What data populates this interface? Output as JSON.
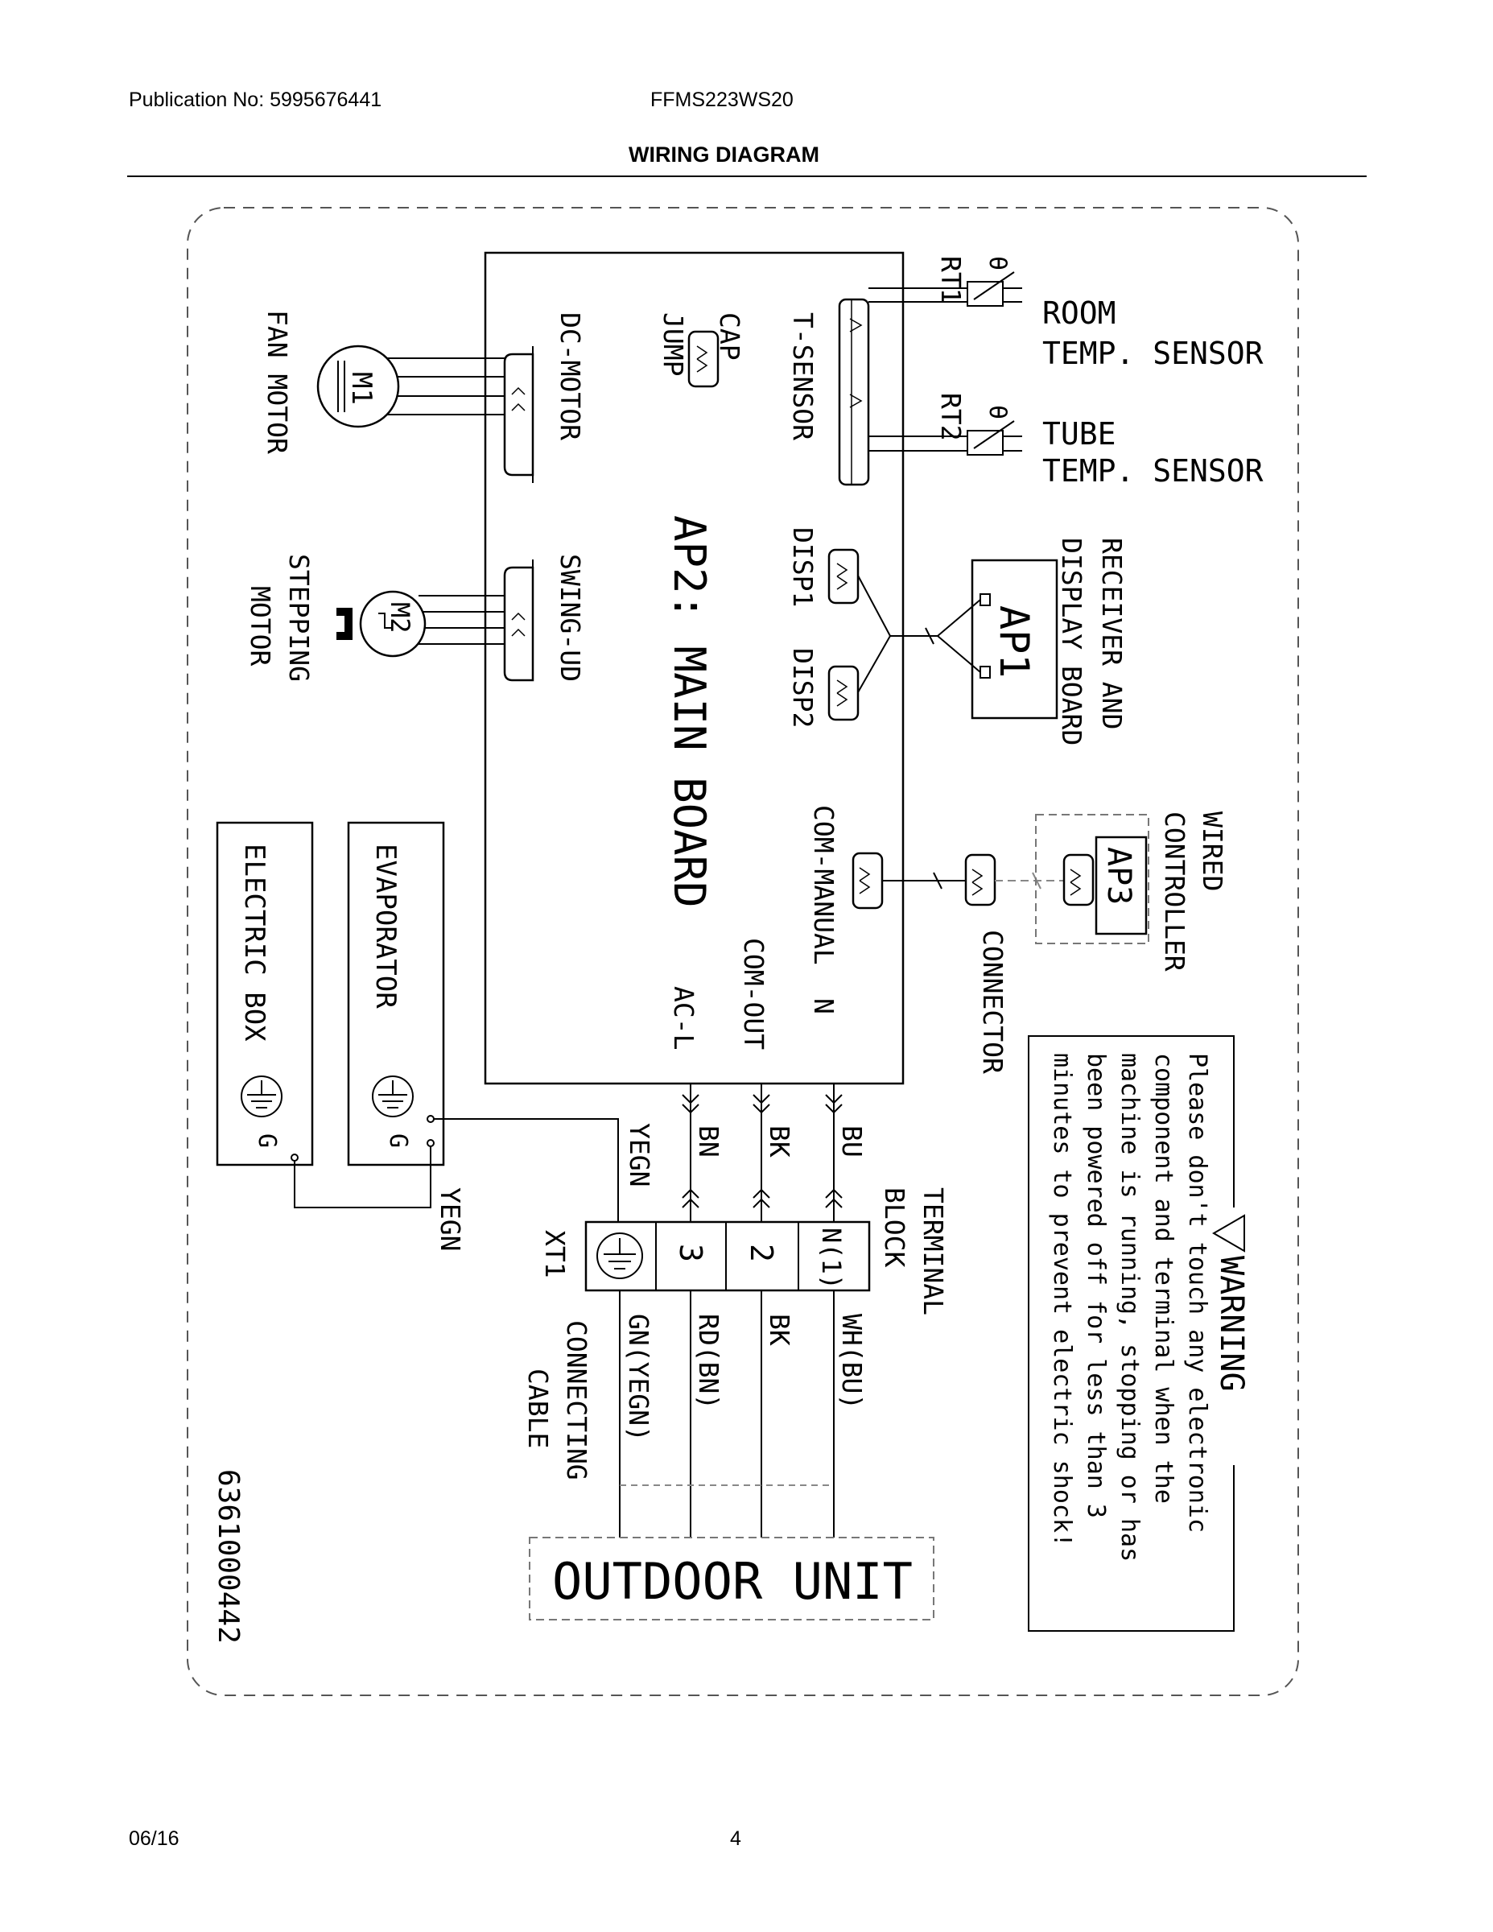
{
  "header": {
    "publication": "Publication No: 5995676441",
    "model": "FFMS223WS20",
    "title": "WIRING DIAGRAM"
  },
  "footer": {
    "date": "06/16",
    "page": "4"
  },
  "diagram": {
    "main_board": "AP2: MAIN BOARD",
    "connectors": {
      "t_sensor": "T-SENSOR",
      "cap_jump_1": "CAP",
      "cap_jump_2": "JUMP",
      "dc_motor": "DC-MOTOR",
      "swing_ud": "SWING-UD",
      "disp1": "DISP1",
      "disp2": "DISP2",
      "com_manual": "COM-MANUAL",
      "n": "N",
      "com_out": "COM-OUT",
      "ac_l": "AC-L"
    },
    "sensors": {
      "rt1": "RT1",
      "rt2": "RT2",
      "theta": "θ",
      "room_1": "ROOM",
      "room_2": "TEMP. SENSOR",
      "tube_1": "TUBE",
      "tube_2": "TEMP. SENSOR"
    },
    "motors": {
      "m1": "M1",
      "fan_motor": "FAN MOTOR",
      "m2": "M2",
      "stepping_1": "STEPPING",
      "stepping_2": "MOTOR"
    },
    "display_board": {
      "ap1": "AP1",
      "label_1": "RECEIVER AND",
      "label_2": "DISPLAY BOARD"
    },
    "wired_controller": {
      "ap3": "AP3",
      "label_1": "WIRED",
      "label_2": "CONTROLLER",
      "connector": "CONNECTOR"
    },
    "ground": {
      "electric_box": "ELECTRIC BOX",
      "evaporator": "EVAPORATOR",
      "g1": "G",
      "g2": "G",
      "yegn_left": "YEGN",
      "yegn_main": "YEGN"
    },
    "wires_top": {
      "bu": "BU",
      "bk": "BK",
      "bn": "BN"
    },
    "terminal_block": {
      "label_1": "TERMINAL",
      "label_2": "BLOCK",
      "xt1": "XT1",
      "t_n": "N(1)",
      "t_2": "2",
      "t_3": "3"
    },
    "wires_bottom": {
      "wh": "WH(BU)",
      "bk": "BK",
      "rd": "RD(BN)",
      "gn": "GN(YEGN)"
    },
    "connecting_cable": {
      "label_1": "CONNECTING",
      "label_2": "CABLE"
    },
    "outdoor_unit": "OUTDOOR UNIT",
    "part_number": "6361000442",
    "warning": {
      "title": "WARNING",
      "line_1": "Please don't touch any electronic",
      "line_2": "component and terminal when the",
      "line_3": "machine is running, stopping or has",
      "line_4": "been powered off for less than 3",
      "line_5": "minutes to prevent electric shock!"
    }
  }
}
